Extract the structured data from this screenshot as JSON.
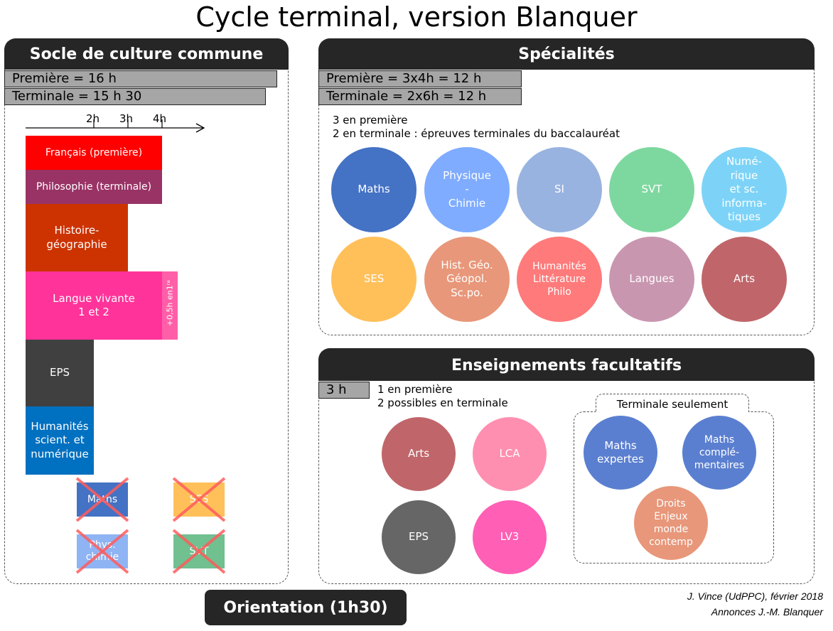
{
  "title": "Cycle terminal, version Blanquer",
  "socle": {
    "heading": "Socle de culture commune",
    "hours_premiere": "Première = 16 h",
    "hours_terminale": "Terminale = 15 h 30",
    "axis": {
      "ticks": [
        "2h",
        "3h",
        "4h"
      ]
    },
    "bars": [
      {
        "label": "Français (première)",
        "color": "#ff0000",
        "hours": 4
      },
      {
        "label": "Philosophie (terminale)",
        "color": "#993366",
        "hours": 4
      },
      {
        "label": "Histoire-géographie",
        "color": "#cc3300",
        "hours": 3
      },
      {
        "label": "Langue vivante 1 et 2",
        "color": "#ff3399",
        "hours": 4
      },
      {
        "label": "EPS",
        "color": "#404040",
        "hours": 2
      },
      {
        "label": "Humanités scient. et numérique",
        "color": "#0070c0",
        "hours": 2
      }
    ],
    "lv_extra": "+0,5h en1ʳᵉ",
    "removed": [
      {
        "label": "Maths",
        "color": "#4472c4"
      },
      {
        "label": "SES",
        "color": "#ffc000"
      },
      {
        "label": "Phys. chimie",
        "color": "#8fb4f4"
      },
      {
        "label": "SVT",
        "color": "#70c090"
      }
    ]
  },
  "specialites": {
    "heading": "Spécialités",
    "hours_premiere": "Première = 3x4h = 12 h",
    "hours_terminale": "Terminale = 2x6h = 12 h",
    "note_line1": "3 en première",
    "note_line2": "2 en terminale : épreuves terminales du baccalauréat",
    "items": [
      {
        "label": "Maths",
        "color": "#4472c4"
      },
      {
        "label": "Physique\n-\nChimie",
        "color": "#7facff"
      },
      {
        "label": "SI",
        "color": "#99b3e0"
      },
      {
        "label": "SVT",
        "color": "#7dd89f"
      },
      {
        "label": "Numé-\nrique\net sc.\ninforma-\ntiques",
        "color": "#7dd3f7"
      },
      {
        "label": "SES",
        "color": "#ffc05a"
      },
      {
        "label": "Hist. Géo.\nGéopol.\nSc.po.",
        "color": "#e8977a"
      },
      {
        "label": "Humanités\nLittérature\nPhilo",
        "color": "#ff7a7a"
      },
      {
        "label": "Langues",
        "color": "#c996b0"
      },
      {
        "label": "Arts",
        "color": "#c0666a"
      }
    ]
  },
  "facultatifs": {
    "heading": "Enseignements facultatifs",
    "hours": "3 h",
    "note_line1": "1 en première",
    "note_line2": "2 possibles en terminale",
    "items": [
      {
        "label": "Arts",
        "color": "#c0666a"
      },
      {
        "label": "LCA",
        "color": "#ff8fb0"
      },
      {
        "label": "EPS",
        "color": "#666666"
      },
      {
        "label": "LV3",
        "color": "#ff5fb5"
      }
    ],
    "terminale_label": "Terminale seulement",
    "terminale_items": [
      {
        "label": "Maths\nexpertes",
        "color": "#5b7fd0"
      },
      {
        "label": "Maths\ncomplé-\nmentaires",
        "color": "#5b7fd0"
      },
      {
        "label": "Droits\nEnjeux\nmonde\ncontemp",
        "color": "#e8977a"
      }
    ]
  },
  "orientation": "Orientation (1h30)",
  "credit_line1": "J. Vince (UdPPC), février 2018",
  "credit_line2": "Annonces J.-M. Blanquer"
}
